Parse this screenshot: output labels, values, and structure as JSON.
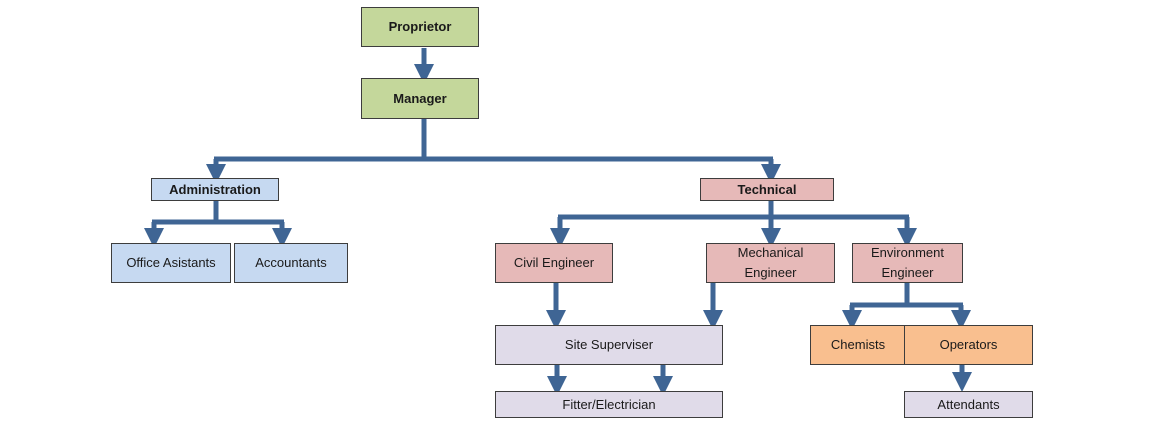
{
  "diagram": {
    "nodes": {
      "proprietor": "Proprietor",
      "manager": "Manager",
      "administration": "Administration",
      "technical": "Technical",
      "office_asistants": "Office Asistants",
      "accountants": "Accountants",
      "civil_engineer": "Civil Engineer",
      "mechanical_engineer": "Mechanical Engineer",
      "environment_engineer": "Environment Engineer",
      "site_superviser": "Site Superviser",
      "chemists": "Chemists",
      "operators": "Operators",
      "fitter_electrician": "Fitter/Electrician",
      "attendants": "Attendants"
    },
    "connector_color": "#3f6594",
    "colors": {
      "executive": "#c4d79b",
      "administration": "#c6d9f1",
      "technical": "#e6b9b8",
      "site": "#e0dbe9",
      "environment": "#f9bf8f"
    }
  }
}
